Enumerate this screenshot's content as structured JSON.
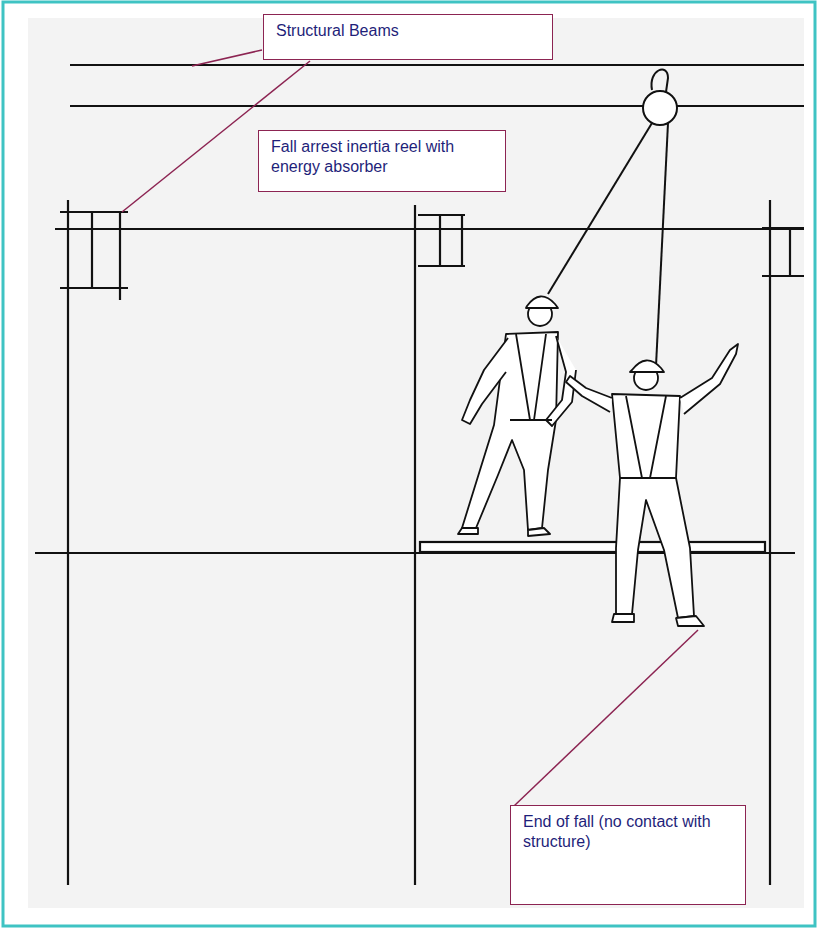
{
  "diagram": {
    "nodes": [
      {
        "text": [
          "Structural Beams"
        ]
      },
      {
        "text": [
          "Fall arrest inertia reel with energy absorber"
        ]
      },
      {
        "text": [
          "End of fall (no contact with structure)"
        ]
      }
    ]
  }
}
